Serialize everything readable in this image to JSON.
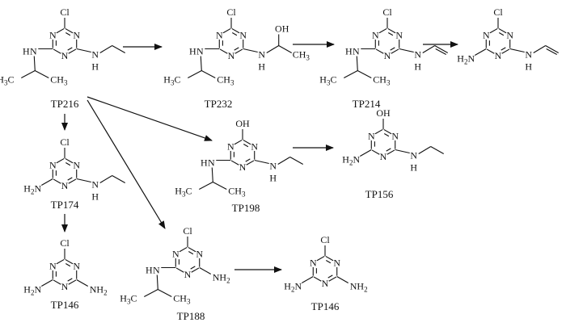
{
  "compounds": [
    {
      "id": "TP216",
      "label": "TP216",
      "top": "Cl",
      "left_sub": "isopropylamino",
      "right_sub": "ethylamino"
    },
    {
      "id": "TP232",
      "label": "TP232",
      "top": "Cl",
      "left_sub": "isopropylamino",
      "right_sub": "1-hydroxyethylamino"
    },
    {
      "id": "TP214",
      "label": "TP214",
      "top": "Cl",
      "left_sub": "isopropylamino",
      "right_sub": "vinylamino"
    },
    {
      "id": "TP172",
      "label": "",
      "top": "Cl",
      "left_sub": "amino",
      "right_sub": "vinylamino"
    },
    {
      "id": "TP174",
      "label": "TP174",
      "top": "Cl",
      "left_sub": "amino",
      "right_sub": "ethylamino"
    },
    {
      "id": "TP146a",
      "label": "TP146",
      "top": "Cl",
      "left_sub": "amino",
      "right_sub": "amino"
    },
    {
      "id": "TP198",
      "label": "TP198",
      "top": "OH",
      "left_sub": "isopropylamino",
      "right_sub": "ethylamino"
    },
    {
      "id": "TP156",
      "label": "TP156",
      "top": "OH",
      "left_sub": "amino",
      "right_sub": "ethylamino"
    },
    {
      "id": "TP188",
      "label": "TP188",
      "top": "Cl",
      "left_sub": "isopropylamino",
      "right_sub": "amino"
    },
    {
      "id": "TP146b",
      "label": "TP146",
      "top": "Cl",
      "left_sub": "amino",
      "right_sub": "amino"
    }
  ],
  "atoms": {
    "N": "N",
    "H": "H",
    "Cl": "Cl",
    "OH": "OH",
    "NH2": "NH",
    "H2N": "H",
    "sub2": "2",
    "H3C": "H",
    "CH3": "CH",
    "sub3": "3",
    "OHsub": "OH"
  },
  "arrows": [
    {
      "from": "TP216",
      "to": "TP232"
    },
    {
      "from": "TP232",
      "to": "TP214"
    },
    {
      "from": "TP214",
      "to": "TP172"
    },
    {
      "from": "TP216",
      "to": "TP174"
    },
    {
      "from": "TP174",
      "to": "TP146a"
    },
    {
      "from": "TP216",
      "to": "TP198"
    },
    {
      "from": "TP198",
      "to": "TP156"
    },
    {
      "from": "TP216",
      "to": "TP188"
    },
    {
      "from": "TP188",
      "to": "TP146b"
    }
  ]
}
